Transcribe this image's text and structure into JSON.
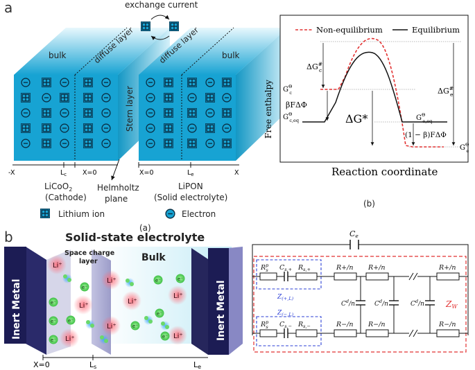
{
  "panel_a": {
    "panel_letter": "a",
    "exchange_current": "exchange current",
    "bulk_left": "bulk",
    "bulk_right": "bulk",
    "diffuse_left": "diffuse layer",
    "diffuse_right": "diffuse layer",
    "stern": "Stern layer",
    "axis": {
      "neg_x": "-X",
      "lc": "Lc",
      "x0_left": "X=0",
      "x0_right": "X=0",
      "le": "Le",
      "x": "X"
    },
    "cathode_line1": "LiCoO2",
    "cathode_line2": "(Cathode)",
    "helmholtz_line1": "Helmholtz",
    "helmholtz_line2": "plane",
    "lipon_line1": "LiPON",
    "lipon_line2": "(Solid electrolyte)",
    "legend_lithium": "Lithium ion",
    "legend_electron": "Electron",
    "sub_label": "(a)"
  },
  "panel_b_top": {
    "legend_noneq": "Non-equilibrium",
    "legend_eq": "Equilibrium",
    "ylabel": "Free enthalpy",
    "xlabel": "Reaction coordinate",
    "dGc": "ΔG",
    "dGc_sup": "#",
    "dGc_sub": "c",
    "dGe": "ΔG",
    "dGe_sup": "#",
    "dGe_sub": "e",
    "gc": "G",
    "gc_sup": "Θ",
    "gc_sub": "c",
    "gceq": "G",
    "gceq_sup": "Θ",
    "gceq_sub": "c,eq",
    "geeq": "G",
    "geeq_sup": "Θ",
    "geeq_sub": "e,eq",
    "ge": "G",
    "ge_sup": "Θ",
    "ge_sub": "e",
    "bfdphi": "βFΔΦ",
    "dgstar": "ΔG*",
    "one_minus_beta": "(1 − β)FΔΦ",
    "sub_label": "(b)"
  },
  "panel_b": {
    "panel_letter": "b",
    "title": "Solid-state electrolyte",
    "inert_left": "Inert Metal",
    "inert_right": "Inert Metal",
    "space_charge_line1": "Space charge",
    "space_charge_line2": "layer",
    "bulk": "Bulk",
    "li_label": "Li⁺",
    "e_label": "e⁻",
    "axis_x0": "X=0",
    "axis_ls": "Ls",
    "axis_le": "Le"
  },
  "circuit": {
    "ce": "Ce",
    "rp_top": "Rᵖₛ",
    "cs_plus": "Cs,+",
    "rs_plus": "Rs,+",
    "z_plus": "Z(+,L)",
    "z_minus": "Z(−,L)",
    "rp_bot": "Rᵖₛ",
    "cs_minus": "Cs,−",
    "rs_minus": "Rs,−",
    "r_plus_n": "R+/n",
    "r_minus_n": "R−/n",
    "cd_n": "Cᵈ/n",
    "zw": "Zw"
  },
  "colors": {
    "cyan": "#17a3d3",
    "light_cyan": "#bde9f6",
    "red_dash": "#e23030",
    "blue_dash": "#2b3fd6",
    "navy": "#1c1c54"
  }
}
